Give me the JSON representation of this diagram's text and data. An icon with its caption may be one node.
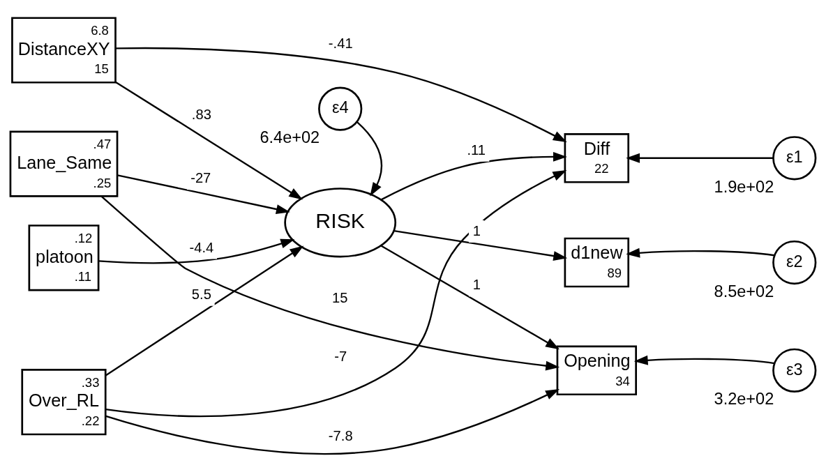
{
  "diagram": {
    "nodes": [
      {
        "text": [
          ".47",
          "Lane_Same",
          ".25"
        ]
      },
      {
        "text": [
          ".33",
          "Over_RL",
          ".22"
        ]
      },
      {
        "text": [
          "6.8",
          "DistanceXY",
          "15"
        ]
      },
      {
        "text": [
          ".12",
          "platoon",
          ".11"
        ]
      },
      {
        "text": [
          "RISK"
        ]
      },
      {
        "text": [
          "ε4"
        ],
        "beside": [
          "6.4e+02"
        ]
      },
      {
        "text": [
          "Diff",
          "22"
        ]
      },
      {
        "text": [
          "d1new",
          "89"
        ]
      },
      {
        "text": [
          "Opening",
          "34"
        ]
      },
      {
        "text": [
          "ε1"
        ],
        "beside": [
          "1.9e+02"
        ]
      },
      {
        "text": [
          "ε2"
        ],
        "beside": [
          "8.5e+02"
        ]
      },
      {
        "text": [
          "ε3"
        ],
        "beside": [
          "3.2e+02"
        ]
      }
    ],
    "edges": [
      {
        "from": 0,
        "to": 4,
        "arrow": "to",
        "label": "-27"
      },
      {
        "from": 0,
        "to": 8,
        "arrow": "to",
        "label": "15"
      },
      {
        "from": 1,
        "to": 6,
        "arrow": "to",
        "label": "-7"
      },
      {
        "from": 1,
        "to": 4,
        "arrow": "to",
        "label": "5.5"
      },
      {
        "from": 1,
        "to": 8,
        "arrow": "to",
        "label": "-7.8"
      },
      {
        "from": 2,
        "to": 6,
        "arrow": "to",
        "label": "-.41"
      },
      {
        "from": 2,
        "to": 4,
        "arrow": "to",
        "label": ".83"
      },
      {
        "from": 3,
        "to": 4,
        "arrow": "to",
        "label": "-4.4"
      },
      {
        "from": 4,
        "to": 6,
        "arrow": "to",
        "label": ".11"
      },
      {
        "from": 4,
        "to": 7,
        "arrow": "to",
        "label": "1"
      },
      {
        "from": 4,
        "to": 8,
        "arrow": "to",
        "label": "1"
      },
      {
        "from": 5,
        "to": 4,
        "arrow": "to"
      },
      {
        "from": 9,
        "to": 6,
        "arrow": "to"
      },
      {
        "from": 10,
        "to": 7,
        "arrow": "to"
      },
      {
        "from": 11,
        "to": 8,
        "arrow": "to"
      }
    ]
  }
}
